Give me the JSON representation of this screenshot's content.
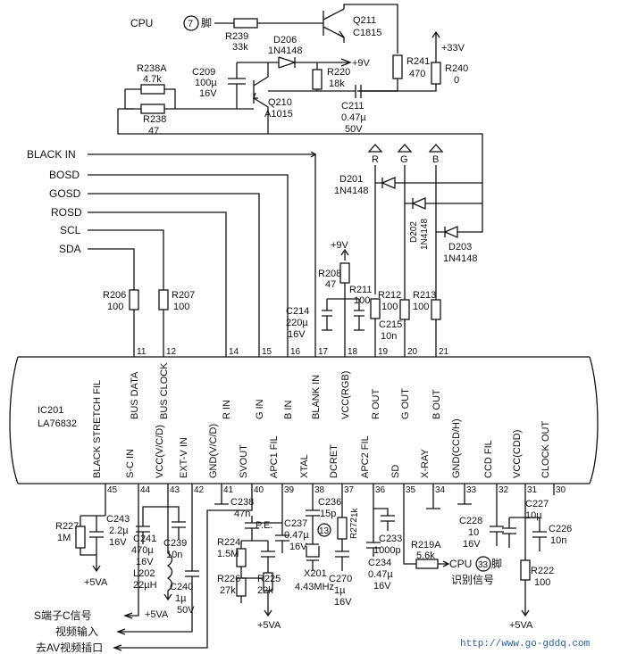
{
  "ic": {
    "ref": "IC201",
    "part": "LA76832",
    "top_pins": [
      {
        "num": "11",
        "name": "BUS DATA"
      },
      {
        "num": "12",
        "name": "BUS CLOCK"
      },
      {
        "num": "14",
        "name": "R IN"
      },
      {
        "num": "15",
        "name": "G IN"
      },
      {
        "num": "16",
        "name": "B IN"
      },
      {
        "num": "17",
        "name": "BLANK IN"
      },
      {
        "num": "18",
        "name": "VCC(RGB)"
      },
      {
        "num": "19",
        "name": "R OUT"
      },
      {
        "num": "20",
        "name": "G OUT"
      },
      {
        "num": "21",
        "name": "B OUT"
      }
    ],
    "bottom_pins": [
      {
        "num": "45",
        "name": "BLACK STRETCH FIL"
      },
      {
        "num": "44",
        "name": "S-C IN"
      },
      {
        "num": "43",
        "name": "VCC(V/C/D)"
      },
      {
        "num": "42",
        "name": "EXT-V IN"
      },
      {
        "num": "41",
        "name": "GND(V/C/D)"
      },
      {
        "num": "40",
        "name": "SVOUT"
      },
      {
        "num": "39",
        "name": "APC1 FIL"
      },
      {
        "num": "38",
        "name": "XTAL"
      },
      {
        "num": "37",
        "name": "DCRET"
      },
      {
        "num": "36",
        "name": "APC2 FIL"
      },
      {
        "num": "35",
        "name": "SD"
      },
      {
        "num": "34",
        "name": "X-RAY"
      },
      {
        "num": "33",
        "name": "GND(CCD/H)"
      },
      {
        "num": "32",
        "name": "CCD FIL"
      },
      {
        "num": "31",
        "name": "VCC(CDD)"
      },
      {
        "num": "30",
        "name": "CLOCK OUT"
      }
    ]
  },
  "inputs": {
    "black_in": "BLACK IN",
    "bosd": "BOSD",
    "gosd": "GOSD",
    "rosd": "ROSD",
    "scl": "SCL",
    "sda": "SDA"
  },
  "outputs": {
    "r": "R",
    "g": "G",
    "b": "B"
  },
  "top_circuit": {
    "cpu_label": "CPU",
    "cpu_pin": "7",
    "cpu_pin_suffix": "脚",
    "r239": {
      "ref": "R239",
      "value": "33k"
    },
    "q211": {
      "ref": "Q211",
      "part": "C1815"
    },
    "d206": {
      "ref": "D206",
      "part": "1N4148"
    },
    "r238a": {
      "ref": "R238A",
      "value": "4.7k"
    },
    "c209": {
      "ref": "C209",
      "value": "100µ",
      "voltage": "16V"
    },
    "r220": {
      "ref": "R220",
      "value": "18k"
    },
    "q210": {
      "ref": "Q210",
      "part": "A1015"
    },
    "r238": {
      "ref": "R238",
      "value": "47"
    },
    "c211": {
      "ref": "C211",
      "value": "0.47µ",
      "voltage": "50V"
    },
    "r241": {
      "ref": "R241",
      "value": "470"
    },
    "r240": {
      "ref": "R240",
      "value": "0"
    },
    "v9": "+9V",
    "v33": "+33V"
  },
  "rgb_circuit": {
    "d201": {
      "ref": "D201",
      "part": "1N4148"
    },
    "d202": {
      "ref": "D202",
      "part": "1N4148"
    },
    "d203": {
      "ref": "D203",
      "part": "1N4148"
    },
    "v9": "+9V",
    "r208": {
      "ref": "R208",
      "value": "47"
    },
    "r211": {
      "ref": "R211",
      "value": "100"
    },
    "r206": {
      "ref": "R206",
      "value": "100"
    },
    "r207": {
      "ref": "R207",
      "value": "100"
    },
    "c214": {
      "ref": "C214",
      "value": "220µ",
      "voltage": "16V"
    },
    "r212": {
      "ref": "R212",
      "value": "100"
    },
    "c215": {
      "ref": "C215",
      "value": "10n"
    },
    "r213": {
      "ref": "R213",
      "value": "100"
    }
  },
  "bottom_circuit": {
    "r227": {
      "ref": "R227",
      "value": "1M"
    },
    "c243": {
      "ref": "C243",
      "value": "2.2µ",
      "voltage": "16V"
    },
    "c241": {
      "ref": "C241",
      "value": "470µ",
      "voltage": "16V"
    },
    "c239": {
      "ref": "C239",
      "value": "10n"
    },
    "l202": {
      "ref": "L202",
      "value": "22µH"
    },
    "c240": {
      "ref": "C240",
      "value": "1µ",
      "voltage": "50V"
    },
    "vcc1": "+5VA",
    "vcc2": "+5VA",
    "c238": {
      "ref": "C238",
      "value": "47n"
    },
    "pe": "P.E.",
    "r224": {
      "ref": "R224",
      "value": "1.5M"
    },
    "r226": {
      "ref": "R226",
      "value": "27k"
    },
    "r225": {
      "ref": "R225",
      "value": "22k"
    },
    "c237": {
      "ref": "C237",
      "value": "0.47µ",
      "voltage": "16V"
    },
    "c236": {
      "ref": "C236",
      "value": "15p"
    },
    "marker13": "13",
    "x201": {
      "ref": "X201",
      "value": "4.43MHz"
    },
    "r272": {
      "ref": "R272",
      "value": "1k"
    },
    "c270": {
      "ref": "C270",
      "value": "1µ",
      "voltage": "16V"
    },
    "c233": {
      "ref": "C233",
      "value": "1000p"
    },
    "c234": {
      "ref": "C234",
      "value": "0.47µ",
      "voltage": "16V"
    },
    "vcc3": "+5VA",
    "r219a": {
      "ref": "R219A",
      "value": "5.6k"
    },
    "cpu33_label": "CPU",
    "cpu33_pin": "33",
    "cpu33_suffix": "脚",
    "cpu33_desc": "识别信号",
    "c228": {
      "ref": "C228",
      "value": "10",
      "voltage": "16V"
    },
    "c227": {
      "ref": "C227",
      "value": "10µ"
    },
    "c226": {
      "ref": "C226",
      "value": "10n"
    },
    "r222": {
      "ref": "R222",
      "value": "100"
    },
    "vcc4": "+5VA"
  },
  "signals": {
    "s_terminal": "S端子C信号",
    "video_in": "视频输入",
    "av_out": "去AV视频插口"
  },
  "watermark": "http://www.go-gddq.com"
}
